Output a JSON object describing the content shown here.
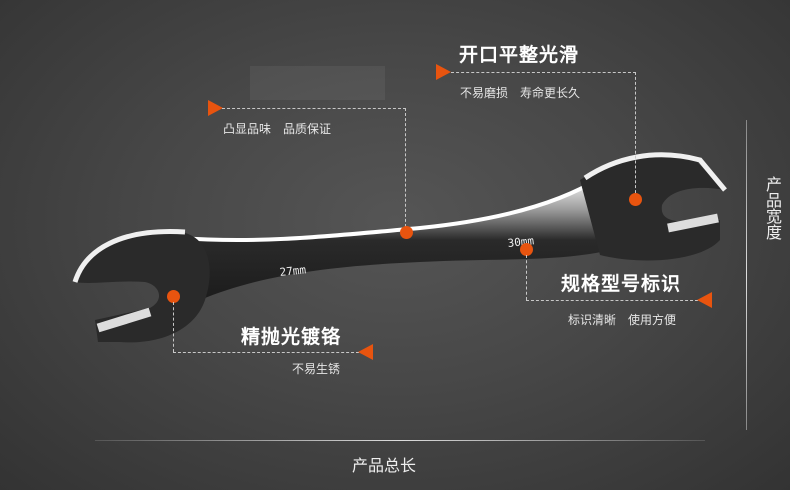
{
  "callouts": {
    "finish": {
      "subtitle": [
        "凸显品味",
        "品质保证"
      ]
    },
    "jaw": {
      "title": "开口平整光滑",
      "subtitle": [
        "不易磨损",
        "寿命更长久"
      ]
    },
    "marking": {
      "title": "规格型号标识",
      "subtitle": [
        "标识清晰",
        "使用方便"
      ]
    },
    "chrome": {
      "title": "精抛光镀铬",
      "subtitle": [
        "不易生锈"
      ]
    }
  },
  "dimensions": {
    "width_label": "产品宽度",
    "length_label": "产品总长"
  },
  "wrench": {
    "left_size": "27mm",
    "right_size": "30mm"
  },
  "colors": {
    "accent": "#e8540f",
    "background": "#474747"
  }
}
